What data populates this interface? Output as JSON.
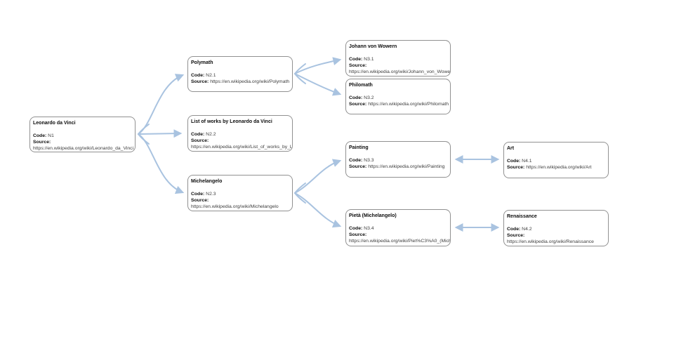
{
  "diagram": {
    "type": "node-link-graph",
    "background": "#ffffff",
    "edge_color": "#a9c3e0",
    "node_border_color": "#919191",
    "labels": {
      "code": "Code:",
      "source": "Source:"
    },
    "nodes": {
      "n1": {
        "title": "Leonardo da Vinci",
        "code": "N1",
        "url": "https://en.wikipedia.org/wiki/Leonardo_da_Vinci"
      },
      "n2_1": {
        "title": "Polymath",
        "code": "N2.1",
        "url": "https://en.wikipedia.org/wiki/Polymath"
      },
      "n2_2": {
        "title": "List of works by Leonardo da Vinci",
        "code": "N2.2",
        "url": "https://en.wikipedia.org/wiki/List_of_works_by_L"
      },
      "n2_3": {
        "title": "Michelangelo",
        "code": "N2.3",
        "url": "https://en.wikipedia.org/wiki/Michelangelo"
      },
      "n3_1": {
        "title": "Johann von Wowern",
        "code": "N3.1",
        "url": "https://en.wikipedia.org/wiki/Johann_von_Wowe"
      },
      "n3_2": {
        "title": "Philomath",
        "code": "N3.2",
        "url": "https://en.wikipedia.org/wiki/Philomath"
      },
      "n3_3": {
        "title": "Painting",
        "code": "N3.3",
        "url": "https://en.wikipedia.org/wiki/Painting"
      },
      "n3_4": {
        "title": "Pietà (Michelangelo)",
        "code": "N3.4",
        "url": "https://en.wikipedia.org/wiki/Piet%C3%A0_(Mich"
      },
      "n4_1": {
        "title": "Art",
        "code": "N4.1",
        "url": "https://en.wikipedia.org/wiki/Art"
      },
      "n4_2": {
        "title": "Renaissance",
        "code": "N4.2",
        "url": "https://en.wikipedia.org/wiki/Renaissance"
      }
    },
    "edges": [
      {
        "from": "N1",
        "to": "N2.1",
        "style": "double-arrow-curved"
      },
      {
        "from": "N1",
        "to": "N2.2",
        "style": "double-arrow-straight"
      },
      {
        "from": "N1",
        "to": "N2.3",
        "style": "double-arrow-curved"
      },
      {
        "from": "N2.1",
        "to": "N3.1",
        "style": "double-arrow-curved"
      },
      {
        "from": "N2.1",
        "to": "N3.2",
        "style": "double-arrow-curved"
      },
      {
        "from": "N2.3",
        "to": "N3.3",
        "style": "double-arrow-curved"
      },
      {
        "from": "N2.3",
        "to": "N3.4",
        "style": "double-arrow-curved"
      },
      {
        "from": "N3.3",
        "to": "N4.1",
        "style": "double-arrow-straight"
      },
      {
        "from": "N3.4",
        "to": "N4.2",
        "style": "double-arrow-straight"
      }
    ]
  }
}
